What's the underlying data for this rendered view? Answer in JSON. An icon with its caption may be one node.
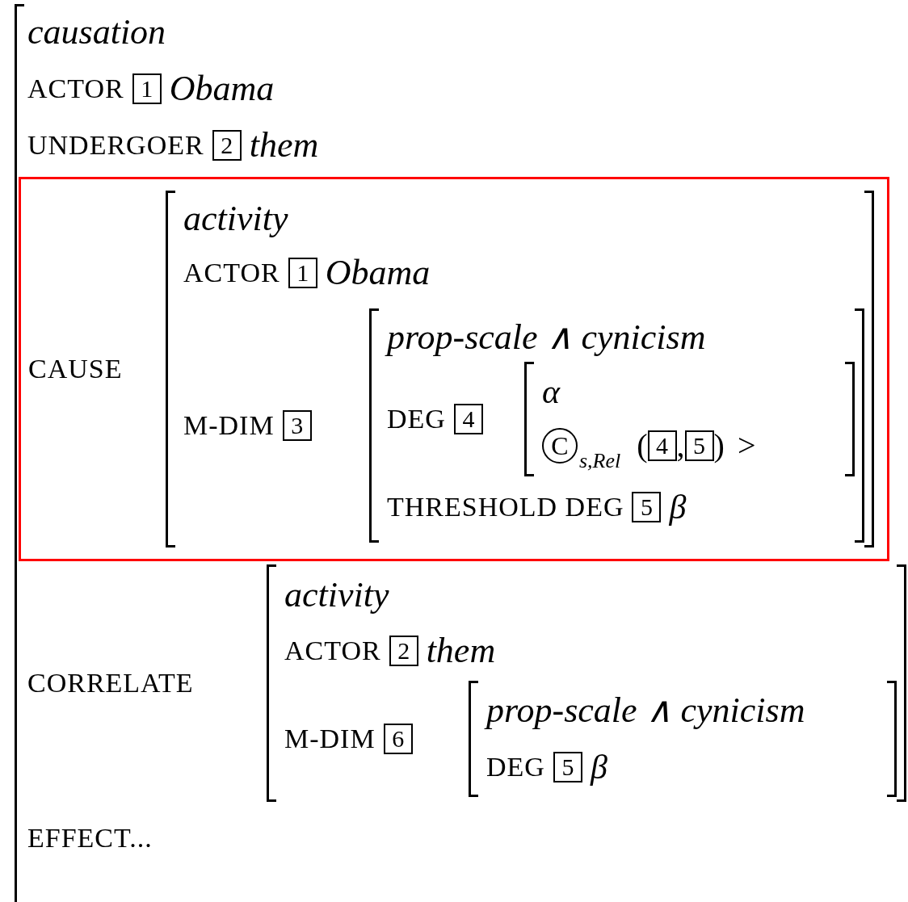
{
  "diagram": {
    "nodes": [
      {
        "text": [
          "1"
        ]
      },
      {
        "text": [
          "2"
        ]
      },
      {
        "text": [],
        "shape": "box"
      },
      {
        "text": [
          "1"
        ],
        "in": 2
      },
      {
        "text": [
          "3"
        ],
        "in": 2
      },
      {
        "text": [
          "4"
        ],
        "in": 2
      },
      {
        "text": [
          "C"
        ],
        "in": 2
      },
      {
        "text": [
          "4"
        ],
        "in": 2
      },
      {
        "text": [
          "5"
        ],
        "in": 2
      },
      {
        "text": [
          "5"
        ],
        "in": 2
      },
      {
        "text": [
          "2"
        ]
      },
      {
        "text": [
          "6"
        ]
      },
      {
        "text": [
          "5"
        ]
      }
    ],
    "labels": [
      "causation",
      "ACTOR",
      "Obama",
      "UNDERGOER",
      "them",
      "CAUSE",
      "activity",
      "ACTOR",
      "Obama",
      "M-DIM",
      "prop-scale ∧ cynicism",
      "DEG",
      "α",
      "s,Rel",
      "(",
      ",",
      ")",
      ">",
      "THRESHOLD DEG",
      "β",
      "CORRELATE",
      "activity",
      "ACTOR",
      "them",
      "M-DIM",
      "prop-scale ∧ cynicism",
      "DEG",
      "β",
      "EFFECT..."
    ]
  }
}
